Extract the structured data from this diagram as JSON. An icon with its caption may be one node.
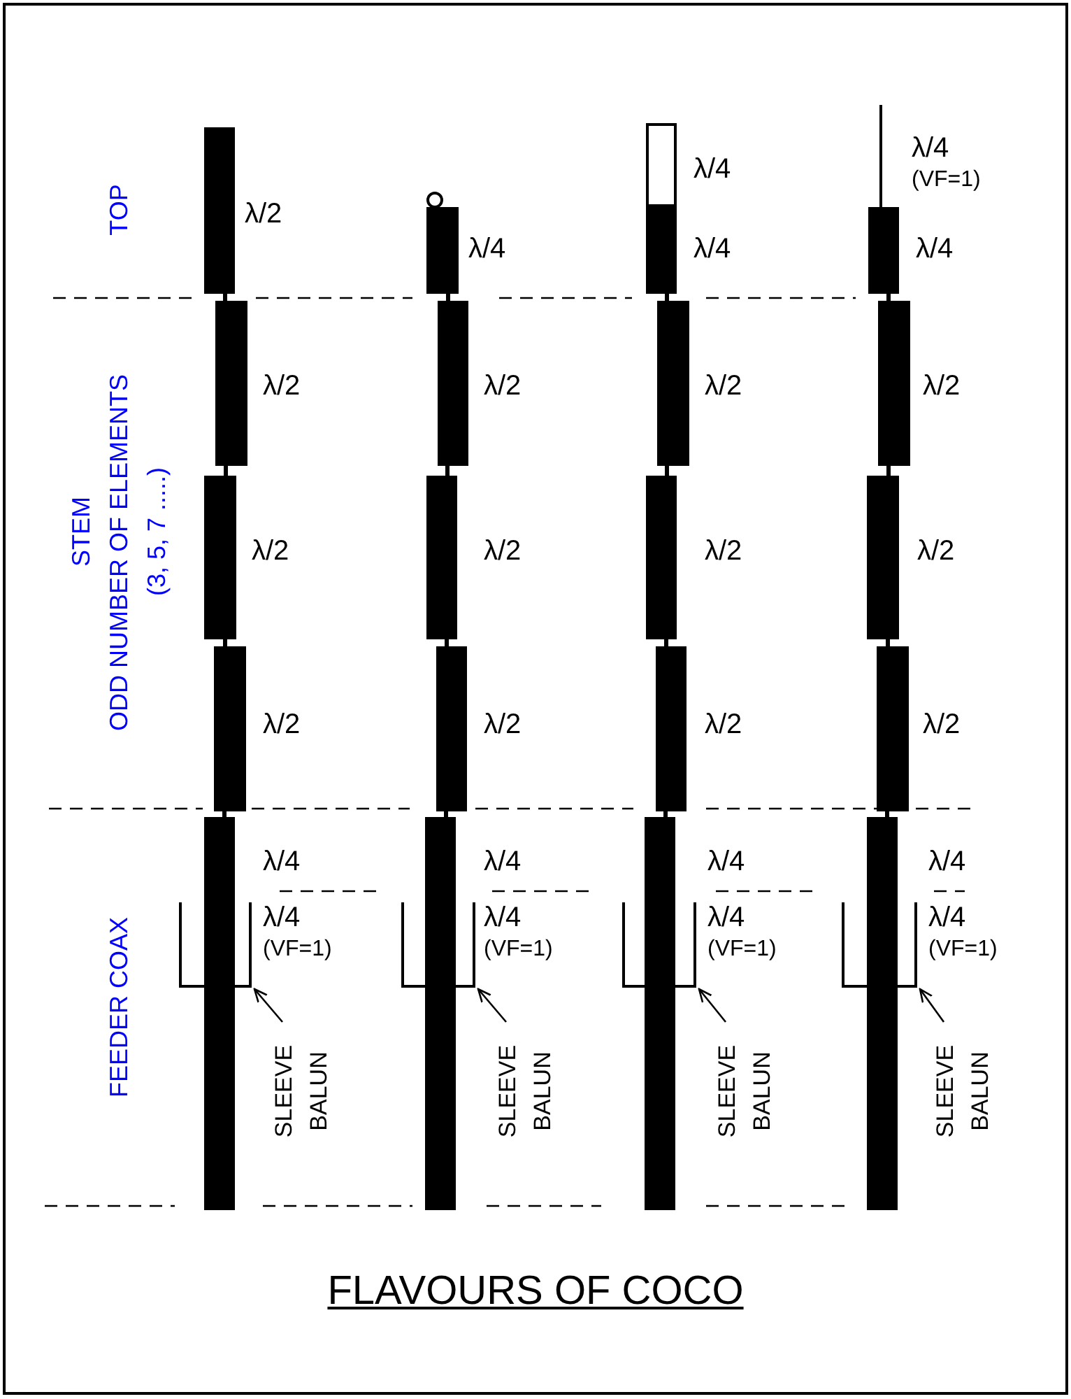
{
  "diagram": {
    "title": "FLAVOURS OF COCO",
    "nodes": [
      {
        "text": [],
        "shape": "bar",
        "beside": [
          "λ/2"
        ]
      },
      {
        "text": [],
        "shape": "bar",
        "beside": [
          "λ/2"
        ]
      },
      {
        "text": [],
        "shape": "bar",
        "beside": [
          "λ/2"
        ]
      },
      {
        "text": [],
        "shape": "bar",
        "beside": [
          "λ/2"
        ]
      },
      {
        "text": [],
        "shape": "bar",
        "beside": [
          "λ/4"
        ]
      },
      {
        "text": [],
        "shape": "cup",
        "beside": [
          "λ/4",
          "(VF=1)"
        ]
      },
      {
        "text": [
          "SLEEVE BALUN"
        ]
      },
      {
        "text": [],
        "shape": "bar",
        "beside": [
          "λ/4"
        ]
      },
      {
        "text": [],
        "shape": "bar",
        "beside": [
          "λ/2"
        ]
      },
      {
        "text": [],
        "shape": "bar",
        "beside": [
          "λ/2"
        ]
      },
      {
        "text": [],
        "shape": "bar",
        "beside": [
          "λ/2"
        ]
      },
      {
        "text": [],
        "shape": "bar",
        "beside": [
          "λ/4"
        ]
      },
      {
        "text": [],
        "shape": "cup",
        "beside": [
          "λ/4",
          "(VF=1)"
        ]
      },
      {
        "text": [
          "SLEEVE BALUN"
        ]
      },
      {
        "text": [],
        "shape": "box",
        "beside": [
          "λ/4"
        ]
      },
      {
        "text": [],
        "shape": "bar",
        "beside": [
          "λ/4"
        ]
      },
      {
        "text": [],
        "shape": "bar",
        "beside": [
          "λ/2"
        ]
      },
      {
        "text": [],
        "shape": "bar",
        "beside": [
          "λ/2"
        ]
      },
      {
        "text": [],
        "shape": "bar",
        "beside": [
          "λ/2"
        ]
      },
      {
        "text": [],
        "shape": "bar",
        "beside": [
          "λ/4"
        ]
      },
      {
        "text": [],
        "shape": "cup",
        "beside": [
          "λ/4",
          "(VF=1)"
        ]
      },
      {
        "text": [
          "SLEEVE BALUN"
        ]
      },
      {
        "text": [],
        "shape": "line",
        "beside": [
          "λ/4",
          "(VF=1)"
        ]
      },
      {
        "text": [],
        "shape": "bar",
        "beside": [
          "λ/4"
        ]
      },
      {
        "text": [],
        "shape": "bar",
        "beside": [
          "λ/2"
        ]
      },
      {
        "text": [],
        "shape": "bar",
        "beside": [
          "λ/2"
        ]
      },
      {
        "text": [],
        "shape": "bar",
        "beside": [
          "λ/2"
        ]
      },
      {
        "text": [],
        "shape": "bar",
        "beside": [
          "λ/4"
        ]
      },
      {
        "text": [],
        "shape": "cup",
        "beside": [
          "λ/4",
          "(VF=1)"
        ]
      },
      {
        "text": [
          "SLEEVE BALUN"
        ]
      }
    ],
    "edges": [
      {
        "from": 0,
        "to": 1,
        "arrow": "none"
      },
      {
        "from": 1,
        "to": 2,
        "arrow": "none"
      },
      {
        "from": 2,
        "to": 3,
        "arrow": "none"
      },
      {
        "from": 3,
        "to": 4,
        "arrow": "none"
      },
      {
        "from": 6,
        "to": 5,
        "arrow": "to"
      },
      {
        "from": 7,
        "to": 8,
        "arrow": "none"
      },
      {
        "from": 8,
        "to": 9,
        "arrow": "none"
      },
      {
        "from": 9,
        "to": 10,
        "arrow": "none"
      },
      {
        "from": 10,
        "to": 11,
        "arrow": "none"
      },
      {
        "from": 13,
        "to": 12,
        "arrow": "to"
      },
      {
        "from": 15,
        "to": 16,
        "arrow": "none"
      },
      {
        "from": 16,
        "to": 17,
        "arrow": "none"
      },
      {
        "from": 17,
        "to": 18,
        "arrow": "none"
      },
      {
        "from": 18,
        "to": 19,
        "arrow": "none"
      },
      {
        "from": 21,
        "to": 20,
        "arrow": "to"
      },
      {
        "from": 23,
        "to": 24,
        "arrow": "none"
      },
      {
        "from": 24,
        "to": 25,
        "arrow": "none"
      },
      {
        "from": 25,
        "to": 26,
        "arrow": "none"
      },
      {
        "from": 26,
        "to": 27,
        "arrow": "none"
      },
      {
        "from": 29,
        "to": 28,
        "arrow": "to"
      }
    ],
    "labels": [
      "TOP",
      "STEM",
      "ODD NUMBER OF ELEMENTS",
      "(3, 5, 7 .....)",
      "FEEDER COAX"
    ]
  }
}
